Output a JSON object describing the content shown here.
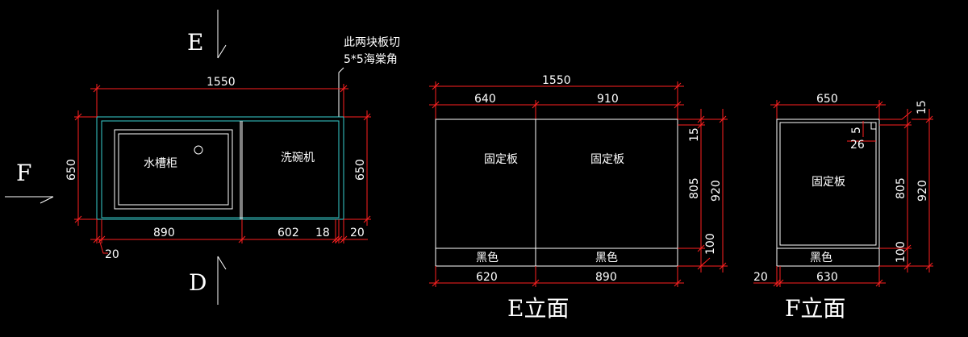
{
  "colors": {
    "background": "#000000",
    "dimension_line": "#ff2020",
    "outline": "#ffffff",
    "plan_outline": "#38d0d0",
    "text": "#ffffff"
  },
  "plan": {
    "section_e": "E",
    "section_d": "D",
    "section_f": "F",
    "note_line1": "此两块板切",
    "note_line2": "5*5海棠角",
    "dim_total": "1550",
    "dim_left_depth": "650",
    "dim_right_depth": "650",
    "dim_890": "890",
    "dim_602": "602",
    "dim_18": "18",
    "dim_20_right": "20",
    "dim_20_left": "20",
    "sink_cabinet": "水槽柜",
    "dishwasher": "洗碗机"
  },
  "elev_e": {
    "dim_total": "1550",
    "dim_640": "640",
    "dim_910": "910",
    "dim_15": "15",
    "dim_805": "805",
    "dim_920": "920",
    "dim_100": "100",
    "panel_left": "固定板",
    "panel_right": "固定板",
    "base_left": "黑色",
    "base_right": "黑色",
    "dim_620": "620",
    "dim_890": "890",
    "title": "E立面"
  },
  "elev_f": {
    "dim_650": "650",
    "dim_15": "15",
    "dim_5": "5",
    "dim_26": "26",
    "dim_805": "805",
    "dim_920": "920",
    "dim_100": "100",
    "panel": "固定板",
    "base": "黑色",
    "dim_20": "20",
    "dim_630": "630",
    "title": "F立面"
  }
}
